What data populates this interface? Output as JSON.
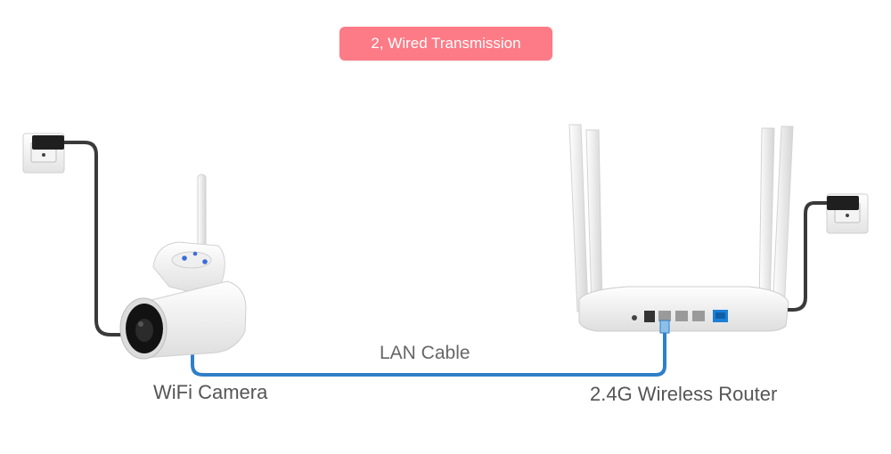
{
  "title": "2, Wired Transmission",
  "devices": {
    "camera": "WiFi Camera",
    "router": "2.4G Wireless Router",
    "cable": "LAN Cable"
  },
  "colors": {
    "banner": "#fc7b86",
    "lan_cable": "#2f7fc8",
    "power_cable": "#3a3a3a",
    "device_body": "#f1f1f1"
  },
  "icons": [
    "power-outlet-icon",
    "camera-icon",
    "router-icon"
  ]
}
